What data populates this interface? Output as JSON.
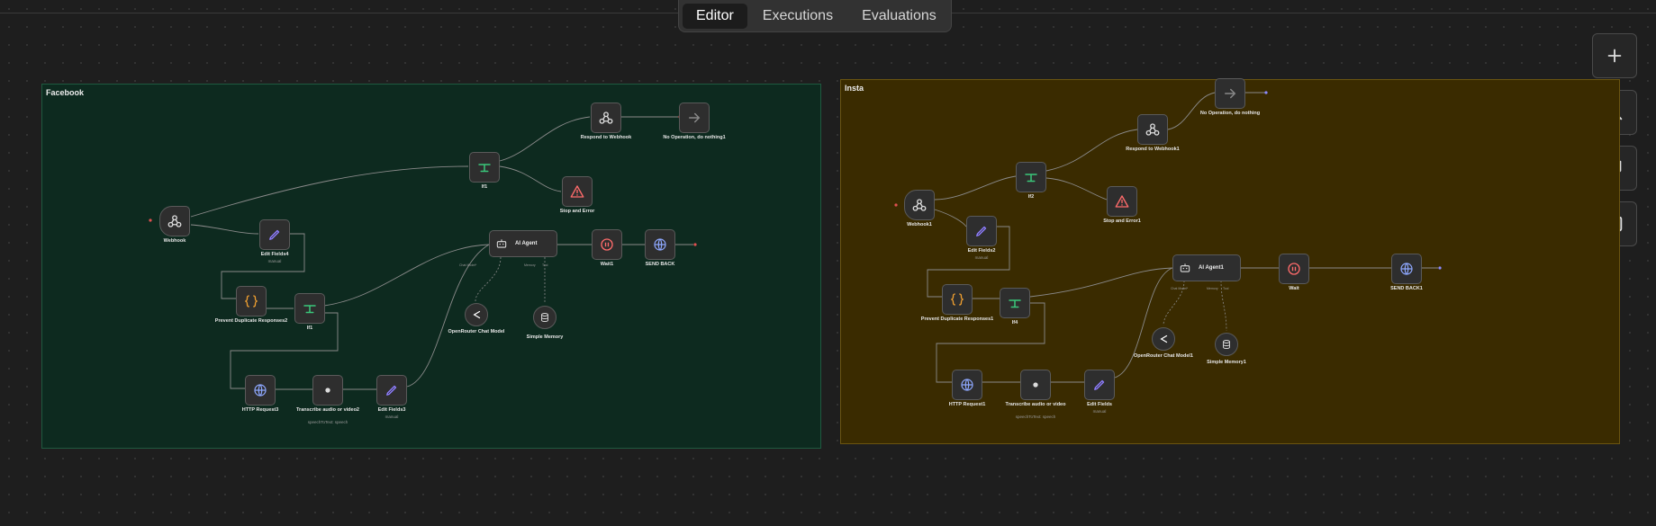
{
  "tabs": [
    "Editor",
    "Executions",
    "Evaluations"
  ],
  "active_tab": "Editor",
  "groups": {
    "facebook": {
      "title": "Facebook",
      "nodes": {
        "webhook": "Webhook",
        "if1": "If1",
        "respond": "Respond to Webhook",
        "noop": "No Operation, do nothing1",
        "stop": "Stop and Error",
        "edit4": "Edit Fields4",
        "edit4_sub": "manual",
        "dedupe": "Prevent Duplicate Responses2",
        "if_small": "If1",
        "agent": "AI Agent",
        "wait": "Wait1",
        "send": "SEND BACK",
        "model": "OpenRouter Chat Model",
        "memory": "Simple Memory",
        "http": "HTTP Request3",
        "transcribe": "Transcribe audio or video2",
        "transcribe_sub": "speechToText: speech",
        "edit3": "Edit Fields3",
        "edit3_sub": "manual"
      }
    },
    "insta": {
      "title": "Insta",
      "nodes": {
        "webhook": "Webhook1",
        "if2": "If2",
        "respond": "Respond to Webhook1",
        "noop": "No Operation, do nothing",
        "stop": "Stop and Error1",
        "edit2": "Edit Fields2",
        "edit2_sub": "manual",
        "dedupe": "Prevent Duplicate Responses1",
        "if_small": "If4",
        "agent": "AI Agent1",
        "wait": "Wait",
        "send": "SEND BACK1",
        "model": "OpenRouter Chat Model1",
        "memory": "Simple Memory1",
        "http": "HTTP Request1",
        "transcribe": "Transcribe audio or video",
        "transcribe_sub": "speechToText: speech",
        "edit": "Edit Fields",
        "edit_sub": "manual"
      }
    }
  },
  "colors": {
    "facebook_bg": "#0d2a1f",
    "facebook_border": "#1f5a40",
    "insta_bg": "#3a2b00",
    "insta_border": "#6a5410",
    "edge": "#8a8a8a",
    "if_icon": "#3ac77a",
    "stop_icon": "#ff6b6b",
    "edit_icon": "#8e7dff",
    "wait_icon": "#ff6b6b",
    "code_icon": "#f0a030",
    "http_icon": "#8ea8ff"
  }
}
